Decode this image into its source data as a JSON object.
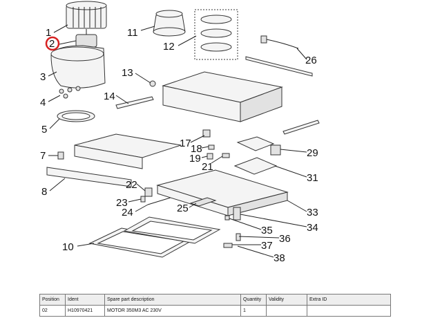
{
  "callouts": [
    "1",
    "2",
    "3",
    "4",
    "5",
    "7",
    "8",
    "10",
    "11",
    "12",
    "13",
    "14",
    "17",
    "18",
    "19",
    "21",
    "22",
    "23",
    "24",
    "25",
    "26",
    "29",
    "31",
    "33",
    "34",
    "35",
    "36",
    "37",
    "38"
  ],
  "highlight": {
    "position": "2",
    "color": "#d62020"
  },
  "table": {
    "headers": [
      "Position",
      "Ident",
      "Spare part description",
      "Quantity",
      "Validity",
      "Extra ID"
    ],
    "rows": [
      [
        "02",
        "H10970421",
        "MOTOR 350M3 AC 230V",
        "1",
        "",
        ""
      ]
    ]
  }
}
